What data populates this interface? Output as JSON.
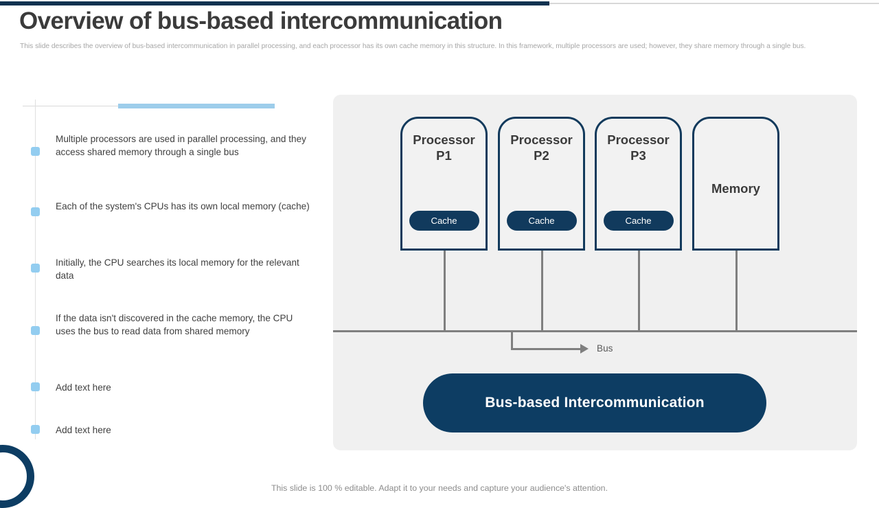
{
  "header": {
    "title": "Overview of bus-based intercommunication",
    "subtitle": "This slide describes the overview of bus-based intercommunication in parallel processing, and each processor has its own cache memory in this structure. In this framework, multiple processors are used; however, they share memory through a single bus."
  },
  "bullets": [
    {
      "text": "Multiple processors are used in parallel processing, and they access shared memory through a single bus"
    },
    {
      "text": "Each of the system's CPUs has its own local memory (cache)"
    },
    {
      "text": "Initially, the CPU searches its local memory for the relevant data"
    },
    {
      "text": "If the data isn't discovered in the cache memory, the CPU uses the bus to read data from shared memory"
    },
    {
      "text": "Add text here"
    },
    {
      "text": "Add text here"
    }
  ],
  "diagram": {
    "processors": [
      {
        "title": "Processor\nP1",
        "cache_label": "Cache"
      },
      {
        "title": "Processor\nP2",
        "cache_label": "Cache"
      },
      {
        "title": "Processor\nP3",
        "cache_label": "Cache"
      }
    ],
    "memory": {
      "title": "Memory"
    },
    "bus_label": "Bus",
    "banner_label": "Bus-based Intercommunication"
  },
  "footer": {
    "note": "This slide is 100 % editable. Adapt it to your needs and capture your audience's attention."
  },
  "colors": {
    "navy": "#0d3d63",
    "dark_navy": "#123a5c",
    "light_blue": "#93cdf0",
    "accent_bar": "#9dcdeb",
    "panel_bg": "#f0f0f0",
    "line_gray": "#7f7f7f"
  }
}
